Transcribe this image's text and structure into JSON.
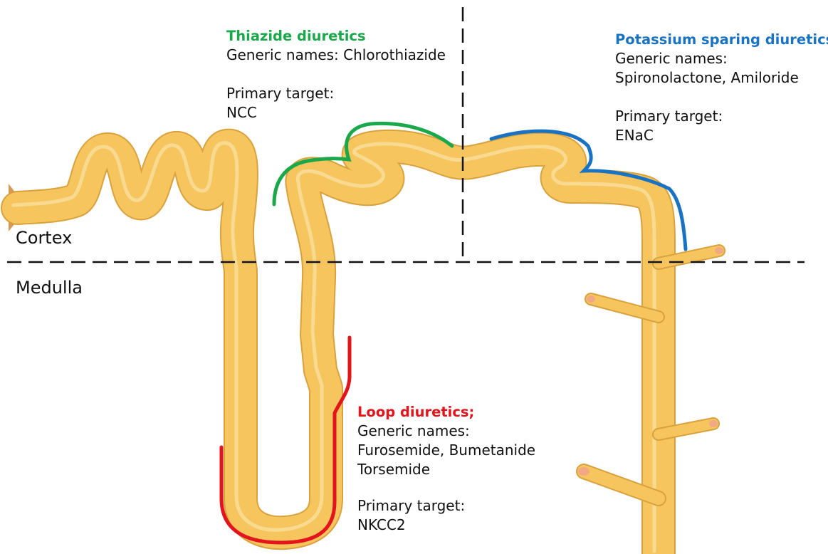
{
  "regions": {
    "cortex": "Cortex",
    "medulla": "Medulla"
  },
  "thiazide": {
    "heading": "Thiazide diuretics",
    "generic": "Generic names: Chlorothiazide",
    "target_label": "Primary target:",
    "target": "NCC"
  },
  "potassium": {
    "heading": "Potassium sparing diuretics",
    "generic_label": "Generic names:",
    "generic": "Spironolactone, Amiloride",
    "target_label": "Primary target:",
    "target": "ENaC"
  },
  "loop": {
    "heading": "Loop diuretics;",
    "generic_label": "Generic names:",
    "generic_1": "Furosemide, Bumetanide",
    "generic_2": "Torsemide",
    "target_label": "Primary target:",
    "target": "NKCC2"
  },
  "colors": {
    "tubule_fill": "#F6C55E",
    "tubule_outline": "#D9A23F",
    "thiazide": "#1BA84A",
    "potassium": "#1A73C2",
    "loop": "#E3141B",
    "divider": "#111111"
  }
}
